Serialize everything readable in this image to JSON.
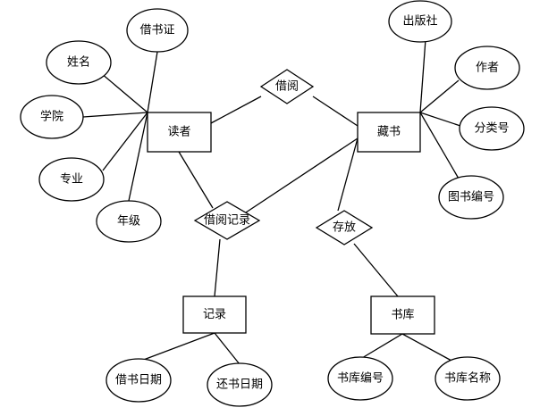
{
  "diagram": {
    "colors": {
      "stroke": "#000000",
      "fill": "#ffffff",
      "text": "#000000"
    },
    "entities": {
      "reader": "读者",
      "book": "藏书",
      "record": "记录",
      "library": "书库"
    },
    "relationships": {
      "borrow": "借阅",
      "borrow_record": "借阅记录",
      "store": "存放"
    },
    "attributes": {
      "card": "借书证",
      "name": "姓名",
      "college": "学院",
      "major": "专业",
      "grade": "年级",
      "publisher": "出版社",
      "author": "作者",
      "class_no": "分类号",
      "book_no": "图书编号",
      "borrow_date": "借书日期",
      "return_date": "还书日期",
      "lib_no": "书库编号",
      "lib_name": "书库名称"
    },
    "edges": [
      [
        "reader",
        "card"
      ],
      [
        "reader",
        "name"
      ],
      [
        "reader",
        "college"
      ],
      [
        "reader",
        "major"
      ],
      [
        "reader",
        "grade"
      ],
      [
        "reader",
        "borrow"
      ],
      [
        "borrow",
        "book"
      ],
      [
        "reader",
        "borrow_record"
      ],
      [
        "borrow_record",
        "book"
      ],
      [
        "borrow_record",
        "record"
      ],
      [
        "book",
        "publisher"
      ],
      [
        "book",
        "author"
      ],
      [
        "book",
        "class_no"
      ],
      [
        "book",
        "book_no"
      ],
      [
        "book",
        "store"
      ],
      [
        "store",
        "library"
      ],
      [
        "record",
        "borrow_date"
      ],
      [
        "record",
        "return_date"
      ],
      [
        "library",
        "lib_no"
      ],
      [
        "library",
        "lib_name"
      ]
    ]
  }
}
